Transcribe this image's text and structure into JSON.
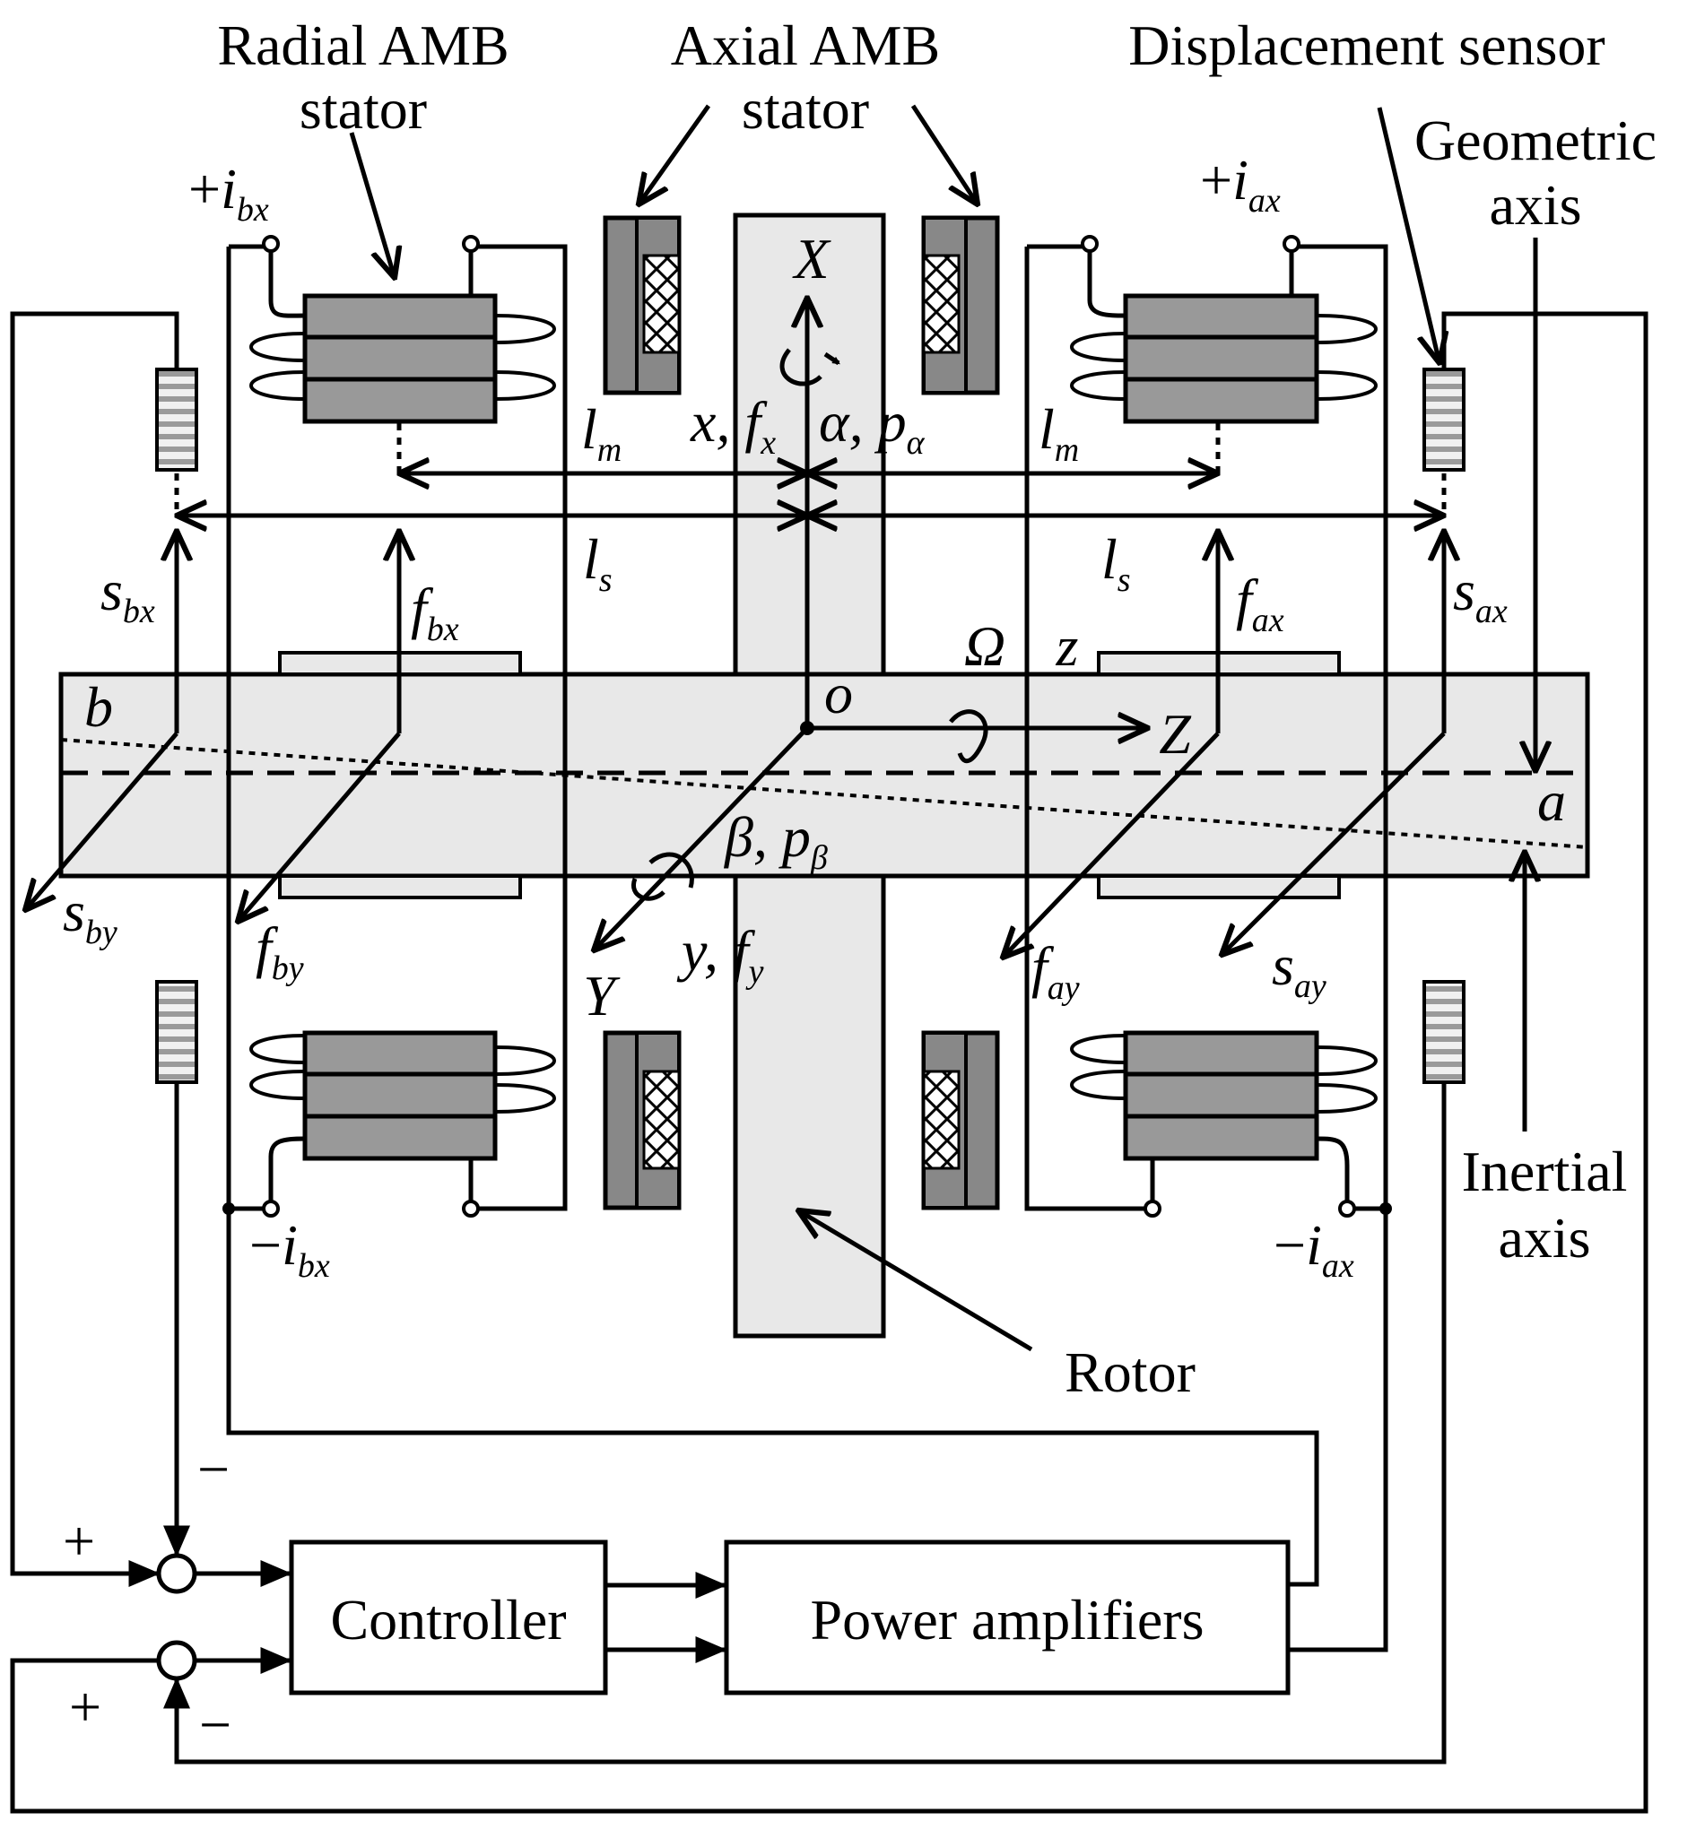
{
  "labels": {
    "radial_amb_stator": [
      "Radial AMB",
      "stator"
    ],
    "axial_amb_stator": [
      "Axial AMB",
      "stator"
    ],
    "displacement_sensor": "Displacement sensor",
    "geometric_axis": [
      "Geometric",
      "axis"
    ],
    "inertial_axis": [
      "Inertial",
      "axis"
    ],
    "rotor": "Rotor",
    "controller": "Controller",
    "power_amplifiers": "Power amplifiers"
  },
  "currents": {
    "pbx": {
      "sign": "+",
      "var": "i",
      "sub": "bx"
    },
    "pax": {
      "sign": "+",
      "var": "i",
      "sub": "ax"
    },
    "mbx": {
      "sign": "−",
      "var": "i",
      "sub": "bx"
    },
    "max": {
      "sign": "−",
      "var": "i",
      "sub": "ax"
    }
  },
  "symbols": {
    "X": "X",
    "Y": "Y",
    "Z": "Z",
    "o": "o",
    "z": "z",
    "Omega": "Ω",
    "a": "a",
    "b": "b",
    "x_fx": {
      "main": "x, f",
      "sub": "x"
    },
    "alpha_p": {
      "main": "α, p",
      "sub": "α"
    },
    "beta_p": {
      "main": "β, p",
      "sub": "β"
    },
    "y_fy": {
      "main": "y, f",
      "sub": "y"
    },
    "lm_left": {
      "main": "l",
      "sub": "m"
    },
    "lm_right": {
      "main": "l",
      "sub": "m"
    },
    "ls_left": {
      "main": "l",
      "sub": "s"
    },
    "ls_right": {
      "main": "l",
      "sub": "s"
    },
    "sbx": {
      "main": "s",
      "sub": "bx"
    },
    "fbx": {
      "main": "f",
      "sub": "bx"
    },
    "fax": {
      "main": "f",
      "sub": "ax"
    },
    "sax": {
      "main": "s",
      "sub": "ax"
    },
    "sby": {
      "main": "s",
      "sub": "by"
    },
    "fby": {
      "main": "f",
      "sub": "by"
    },
    "fay": {
      "main": "f",
      "sub": "ay"
    },
    "say": {
      "main": "s",
      "sub": "ay"
    }
  },
  "signs": {
    "plus_top": "+",
    "minus_top": "−",
    "plus_bottom": "+",
    "minus_bottom": "−"
  }
}
